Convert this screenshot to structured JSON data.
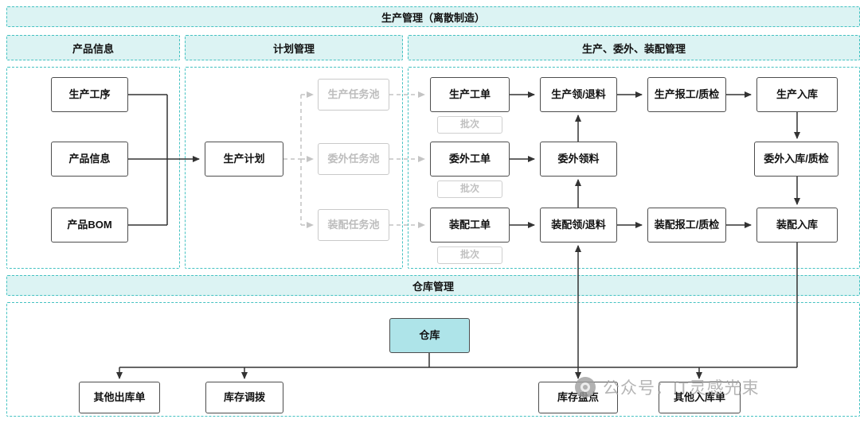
{
  "banner": {
    "title": "生产管理（离散制造）"
  },
  "sections": {
    "product_info": {
      "title": "产品信息"
    },
    "plan_mgmt": {
      "title": "计划管理"
    },
    "prod_mgmt": {
      "title": "生产、委外、装配管理"
    },
    "warehouse_mgmt": {
      "title": "仓库管理"
    }
  },
  "nodes": {
    "prod_process": {
      "label": "生产工序"
    },
    "product_info": {
      "label": "产品信息"
    },
    "product_bom": {
      "label": "产品BOM"
    },
    "prod_plan": {
      "label": "生产计划"
    },
    "prod_task_pool": {
      "label": "生产任务池"
    },
    "outsource_task_pool": {
      "label": "委外任务池"
    },
    "assembly_task_pool": {
      "label": "装配任务池"
    },
    "prod_order": {
      "label": "生产工单"
    },
    "prod_batch": {
      "label": "批次"
    },
    "prod_material": {
      "label": "生产领/退料"
    },
    "prod_report": {
      "label": "生产报工/质检"
    },
    "prod_inbound": {
      "label": "生产入库"
    },
    "outsource_order": {
      "label": "委外工单"
    },
    "outsource_batch": {
      "label": "批次"
    },
    "outsource_material": {
      "label": "委外领料"
    },
    "outsource_inbound": {
      "label": "委外入库/质检"
    },
    "assembly_order": {
      "label": "装配工单"
    },
    "assembly_batch": {
      "label": "批次"
    },
    "assembly_material": {
      "label": "装配领/退料"
    },
    "assembly_report": {
      "label": "装配报工/质检"
    },
    "assembly_inbound": {
      "label": "装配入库"
    },
    "warehouse": {
      "label": "仓库"
    },
    "other_outbound": {
      "label": "其他出库单"
    },
    "inventory_transfer": {
      "label": "库存调拨"
    },
    "inventory_count": {
      "label": "库存盘点"
    },
    "other_inbound": {
      "label": "其他入库单"
    }
  },
  "watermark": {
    "text": "公众号：IT灵感光束"
  },
  "colors": {
    "section_fill": "#dcf3f3",
    "section_border": "#45c2c2",
    "node_border": "#4d4d4d",
    "gray_node": "#c9c9c9",
    "warehouse_fill": "#aee4e9",
    "arrow": "#333333",
    "gray_arrow": "#c4c4c4"
  }
}
